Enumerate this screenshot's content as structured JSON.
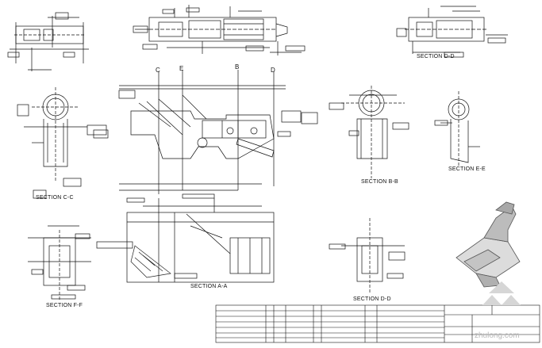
{
  "drawing": {
    "views": {
      "top_left_label": "",
      "section_b_b": "SECTION B-B",
      "section_c_c": "SECTION C-C",
      "section_d_d": "SECTION D-D",
      "section_d_d_2": "SECTION D-D",
      "section_a_a": "SECTION A-A",
      "section_e_e": "SECTION E-E",
      "section_f_f": "SECTION F-F"
    },
    "callouts": {
      "cut_c": "C",
      "cut_b": "B",
      "cut_d": "D",
      "cut_e": "E"
    },
    "watermark": "zhulong.com",
    "title_block": {
      "present": true
    }
  }
}
